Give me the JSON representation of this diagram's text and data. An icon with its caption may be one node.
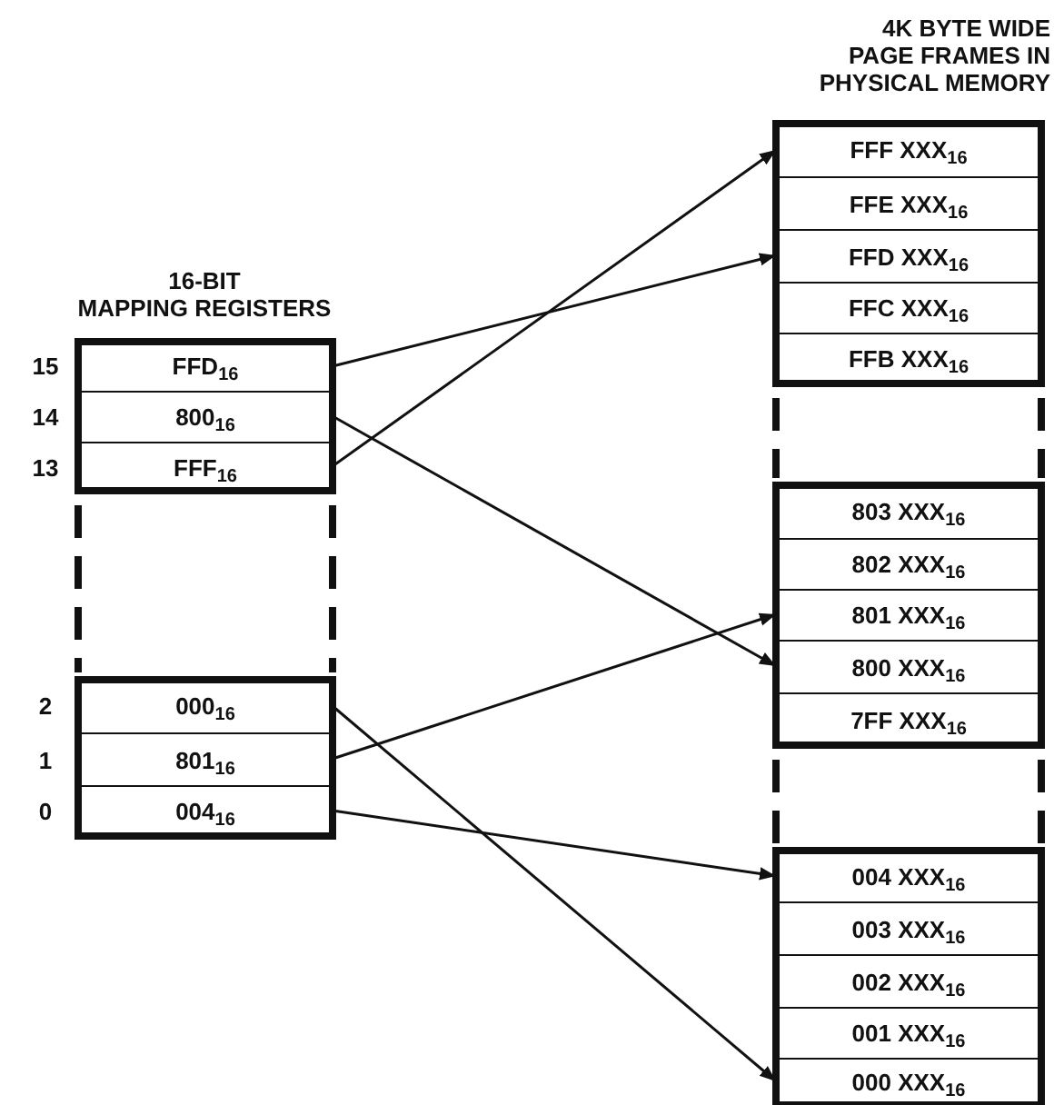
{
  "diagram": {
    "nodes": [
      {
        "text": [
          "FFD$_{16}$"
        ],
        "beside": [
          "15"
        ]
      },
      {
        "text": [
          "800$_{16}$"
        ],
        "beside": [
          "14"
        ]
      },
      {
        "text": [
          "FFF$_{16}$"
        ],
        "beside": [
          "13"
        ]
      },
      {
        "text": [
          "000$_{16}$"
        ],
        "beside": [
          "2"
        ]
      },
      {
        "text": [
          "801$_{16}$"
        ],
        "beside": [
          "1"
        ]
      },
      {
        "text": [
          "004$_{16}$"
        ],
        "beside": [
          "0"
        ]
      },
      {
        "text": [
          "FFF XXX$_{16}$"
        ]
      },
      {
        "text": [
          "FFE XXX$_{16}$"
        ]
      },
      {
        "text": [
          "FFD XXX$_{16}$"
        ]
      },
      {
        "text": [
          "FFC XXX$_{16}$"
        ]
      },
      {
        "text": [
          "FFB XXX$_{16}$"
        ]
      },
      {
        "text": [
          "803 XXX$_{16}$"
        ]
      },
      {
        "text": [
          "802 XXX$_{16}$"
        ]
      },
      {
        "text": [
          "801 XXX$_{16}$"
        ]
      },
      {
        "text": [
          "800 XXX$_{16}$"
        ]
      },
      {
        "text": [
          "7FF XXX$_{16}$"
        ]
      },
      {
        "text": [
          "004 XXX$_{16}$"
        ]
      },
      {
        "text": [
          "003 XXX$_{16}$"
        ]
      },
      {
        "text": [
          "002 XXX$_{16}$"
        ]
      },
      {
        "text": [
          "001 XXX$_{16}$"
        ]
      },
      {
        "text": [
          "000 XXX$_{16}$"
        ]
      }
    ],
    "edges": [
      {
        "from": 0,
        "to": 8,
        "arrow": "to"
      },
      {
        "from": 1,
        "to": 14,
        "arrow": "to"
      },
      {
        "from": 2,
        "to": 6,
        "arrow": "to"
      },
      {
        "from": 3,
        "to": 20,
        "arrow": "to"
      },
      {
        "from": 4,
        "to": 13,
        "arrow": "to"
      },
      {
        "from": 5,
        "to": 16,
        "arrow": "to"
      }
    ],
    "labels": [
      "4K BYTE WIDE PAGE FRAMES IN PHYSICAL MEMORY",
      "16-BIT MAPPING REGISTERS"
    ]
  }
}
